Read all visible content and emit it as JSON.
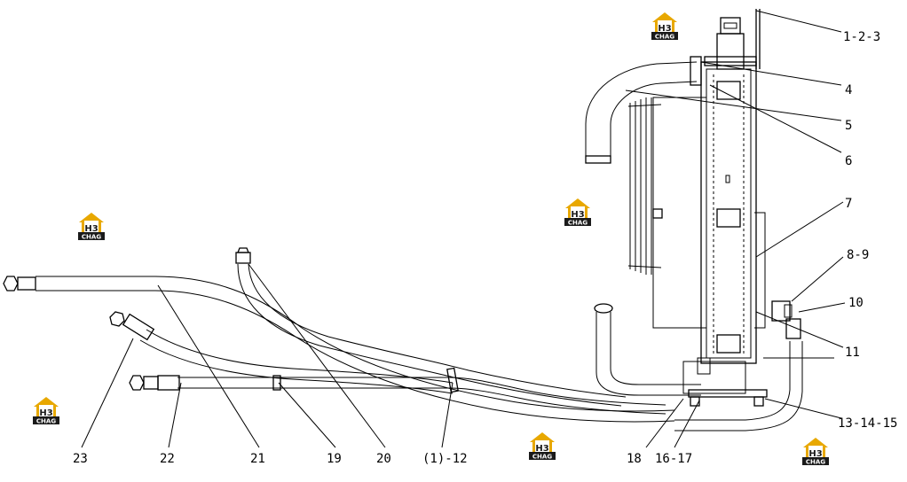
{
  "labels": {
    "l1": "1-2-3",
    "l4": "4",
    "l5": "5",
    "l6": "6",
    "l7": "7",
    "l8": "8-9",
    "l10": "10",
    "l11": "11",
    "l13": "13-14-15",
    "l16": "16-17",
    "l18": "18",
    "l12": "(1)-12",
    "l20": "20",
    "l19": "19",
    "l21": "21",
    "l22": "22",
    "l23": "23"
  },
  "watermark": {
    "mark": "H3",
    "name": "CHAG"
  }
}
